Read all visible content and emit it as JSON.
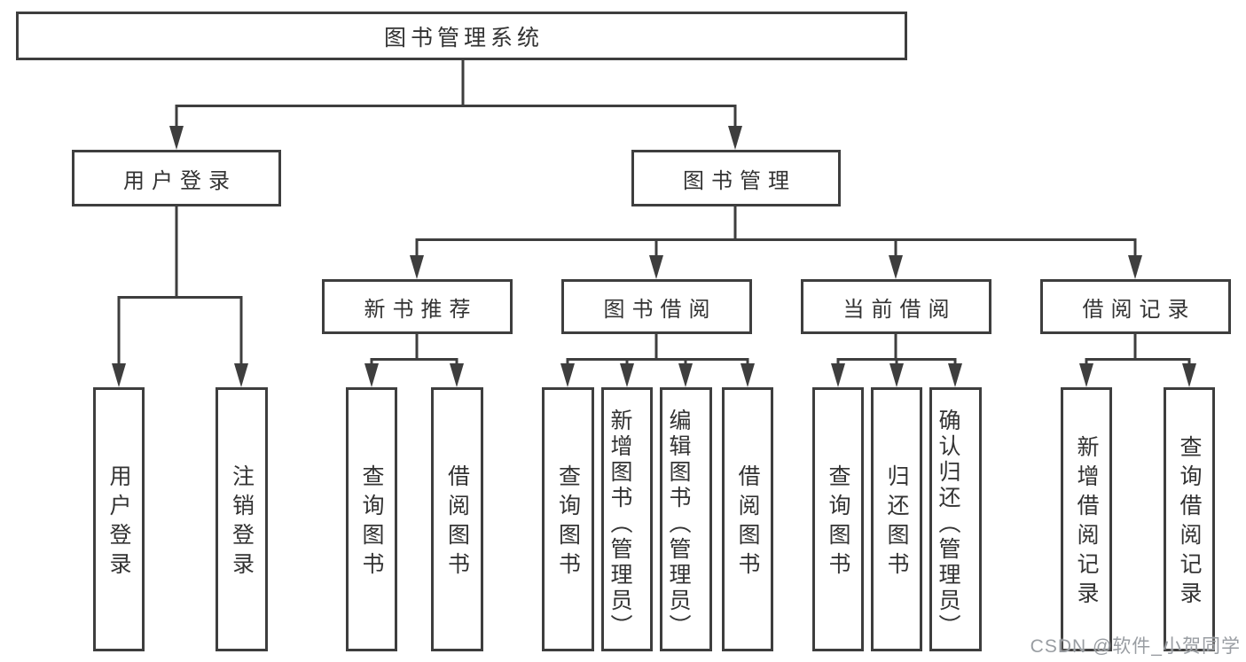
{
  "diagram": {
    "type": "hierarchy-tree",
    "colors": {
      "line": "#3e3e3e",
      "text": "#333333",
      "background": "#ffffff",
      "watermark": "#999da2"
    },
    "root": {
      "label": "图书管理系统"
    },
    "level2": [
      {
        "label": "用户登录"
      },
      {
        "label": "图书管理"
      }
    ],
    "level3": [
      {
        "parent": "图书管理",
        "label": "新书推荐"
      },
      {
        "parent": "图书管理",
        "label": "图书借阅"
      },
      {
        "parent": "图书管理",
        "label": "当前借阅"
      },
      {
        "parent": "图书管理",
        "label": "借阅记录"
      }
    ],
    "leaves": [
      {
        "parent": "用户登录",
        "label": "用户登录"
      },
      {
        "parent": "用户登录",
        "label": "注销登录"
      },
      {
        "parent": "新书推荐",
        "label": "查询图书"
      },
      {
        "parent": "新书推荐",
        "label": "借阅图书"
      },
      {
        "parent": "图书借阅",
        "label": "查询图书"
      },
      {
        "parent": "图书借阅",
        "label": "新增图书（管理员）"
      },
      {
        "parent": "图书借阅",
        "label": "编辑图书（管理员）"
      },
      {
        "parent": "图书借阅",
        "label": "借阅图书"
      },
      {
        "parent": "当前借阅",
        "label": "查询图书"
      },
      {
        "parent": "当前借阅",
        "label": "归还图书"
      },
      {
        "parent": "当前借阅",
        "label": "确认归还（管理员）"
      },
      {
        "parent": "借阅记录",
        "label": "新增借阅记录"
      },
      {
        "parent": "借阅记录",
        "label": "查询借阅记录"
      }
    ],
    "watermark": "CSDN @软件_小贺同学"
  }
}
